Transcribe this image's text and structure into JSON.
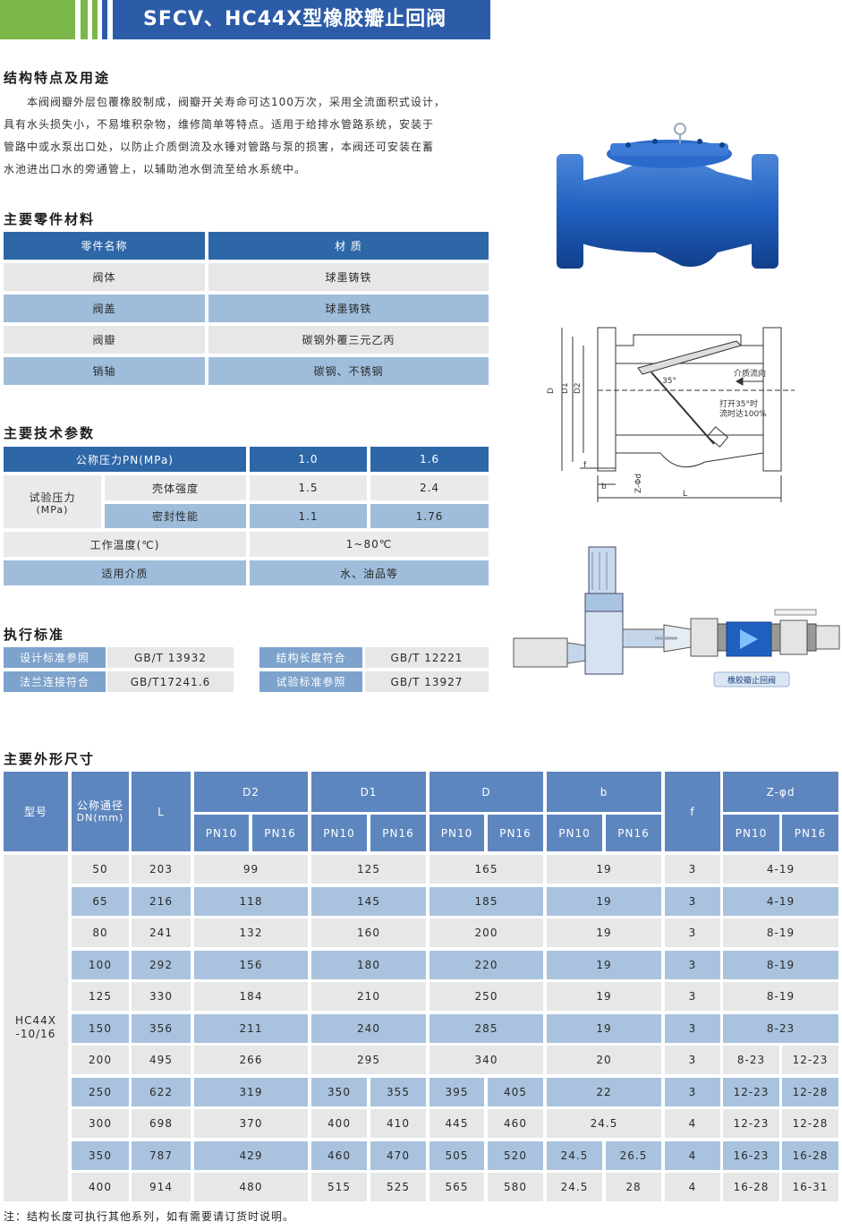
{
  "header": {
    "title": "SFCV、HC44X型橡胶瓣止回阀"
  },
  "structure": {
    "title": "结构特点及用途",
    "lines": [
      "本阀阀瓣外层包覆橡胶制成，阀瓣开关寿命可达100万次，采用全流面积式设计，",
      "具有水头损失小，不易堆积杂物，维修简单等特点。适用于给排水管路系统，安装于",
      "管路中或水泵出口处，以防止介质倒流及水锤对管路与泵的损害，本阀还可安装在蓄",
      "水池进出口水的旁通管上，以辅助池水倒流至给水系统中。"
    ]
  },
  "materials": {
    "title": "主要零件材料",
    "headers": [
      "零件名称",
      "材 质"
    ],
    "rows": [
      [
        "阀体",
        "球墨铸铁"
      ],
      [
        "阀盖",
        "球墨铸铁"
      ],
      [
        "阀瓣",
        "碳钢外覆三元乙丙"
      ],
      [
        "销轴",
        "碳钢、不锈钢"
      ]
    ]
  },
  "tech": {
    "title": "主要技术参数",
    "pn_label": "公称压力PN(MPa)",
    "pn_values": [
      "1.0",
      "1.6"
    ],
    "test_label": "试验压力",
    "test_unit": "(MPa)",
    "shell_label": "壳体强度",
    "shell_values": [
      "1.5",
      "2.4"
    ],
    "seal_label": "密封性能",
    "seal_values": [
      "1.1",
      "1.76"
    ],
    "temp_label": "工作温度(℃)",
    "temp_value": "1~80℃",
    "medium_label": "适用介质",
    "medium_value": "水、油品等"
  },
  "standards": {
    "title": "执行标准",
    "items": [
      {
        "label": "设计标准参照",
        "value": "GB/T 13932"
      },
      {
        "label": "结构长度符合",
        "value": "GB/T 12221"
      },
      {
        "label": "法兰连接符合",
        "value": "GB/T17241.6"
      },
      {
        "label": "试验标准参照",
        "value": "GB/T 13927"
      }
    ]
  },
  "drawing": {
    "flow_label": "介质流向",
    "open_label_1": "打开35°时",
    "open_label_2": "流时达100%",
    "angle": "35°",
    "dims": {
      "D": "D",
      "D1": "D1",
      "D2": "D2",
      "L": "L",
      "f": "f",
      "b": "b",
      "zd": "Z-Φd"
    }
  },
  "install": {
    "label": "橡胶瓣止回阀"
  },
  "dims": {
    "title": "主要外形尺寸",
    "head": {
      "model": "型号",
      "dn": "公称通径",
      "dn_unit": "DN(mm)",
      "L": "L",
      "D2": "D2",
      "D1": "D1",
      "D": "D",
      "b": "b",
      "f": "f",
      "zd": "Z-φd",
      "pn10": "PN10",
      "pn16": "PN16"
    },
    "model_1": "HC44X",
    "model_2": "-10/16",
    "rows": [
      {
        "dn": "50",
        "L": "203",
        "D2": "99",
        "D1": [
          "125"
        ],
        "D": [
          "165"
        ],
        "b": [
          "19"
        ],
        "f": "3",
        "zd": [
          "4-19"
        ]
      },
      {
        "dn": "65",
        "L": "216",
        "D2": "118",
        "D1": [
          "145"
        ],
        "D": [
          "185"
        ],
        "b": [
          "19"
        ],
        "f": "3",
        "zd": [
          "4-19"
        ]
      },
      {
        "dn": "80",
        "L": "241",
        "D2": "132",
        "D1": [
          "160"
        ],
        "D": [
          "200"
        ],
        "b": [
          "19"
        ],
        "f": "3",
        "zd": [
          "8-19"
        ]
      },
      {
        "dn": "100",
        "L": "292",
        "D2": "156",
        "D1": [
          "180"
        ],
        "D": [
          "220"
        ],
        "b": [
          "19"
        ],
        "f": "3",
        "zd": [
          "8-19"
        ]
      },
      {
        "dn": "125",
        "L": "330",
        "D2": "184",
        "D1": [
          "210"
        ],
        "D": [
          "250"
        ],
        "b": [
          "19"
        ],
        "f": "3",
        "zd": [
          "8-19"
        ]
      },
      {
        "dn": "150",
        "L": "356",
        "D2": "211",
        "D1": [
          "240"
        ],
        "D": [
          "285"
        ],
        "b": [
          "19"
        ],
        "f": "3",
        "zd": [
          "8-23"
        ]
      },
      {
        "dn": "200",
        "L": "495",
        "D2": "266",
        "D1": [
          "295"
        ],
        "D": [
          "340"
        ],
        "b": [
          "20"
        ],
        "f": "3",
        "zd": [
          "8-23",
          "12-23"
        ]
      },
      {
        "dn": "250",
        "L": "622",
        "D2": "319",
        "D1": [
          "350",
          "355"
        ],
        "D": [
          "395",
          "405"
        ],
        "b": [
          "22"
        ],
        "f": "3",
        "zd": [
          "12-23",
          "12-28"
        ]
      },
      {
        "dn": "300",
        "L": "698",
        "D2": "370",
        "D1": [
          "400",
          "410"
        ],
        "D": [
          "445",
          "460"
        ],
        "b": [
          "24.5"
        ],
        "f": "4",
        "zd": [
          "12-23",
          "12-28"
        ]
      },
      {
        "dn": "350",
        "L": "787",
        "D2": "429",
        "D1": [
          "460",
          "470"
        ],
        "D": [
          "505",
          "520"
        ],
        "b": [
          "24.5",
          "26.5"
        ],
        "f": "4",
        "zd": [
          "16-23",
          "16-28"
        ]
      },
      {
        "dn": "400",
        "L": "914",
        "D2": "480",
        "D1": [
          "515",
          "525"
        ],
        "D": [
          "565",
          "580"
        ],
        "b": [
          "24.5",
          "28"
        ],
        "f": "4",
        "zd": [
          "16-28",
          "16-31"
        ]
      }
    ]
  },
  "note": "注：结构长度可执行其他系列，如有需要请订货时说明。"
}
